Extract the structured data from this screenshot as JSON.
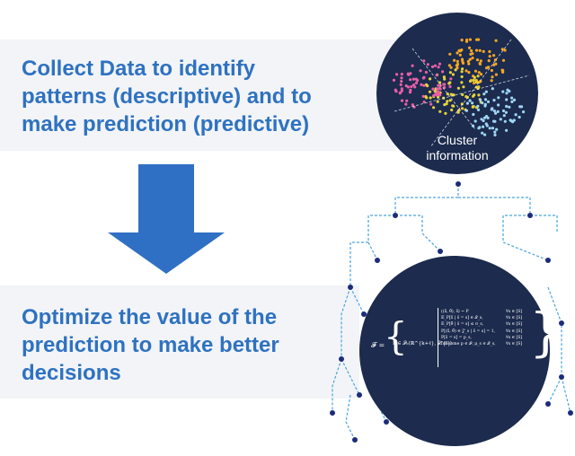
{
  "top_text": "Collect Data to identify patterns (descriptive) and to make prediction (predictive)",
  "bottom_text": "Optimize the value of the prediction to make better decisions",
  "cluster_label": "Cluster\ninformation",
  "formula": {
    "lhs": "𝓕 =",
    "set": "P ∈ 𝒫₀(ℝ^{k+ℓ}, 𝒳 |S|)",
    "lines": "((x̃, θ̃), ŝ) ~ P\n𝔼_P[x̃ | ŝ = s] ∈ 𝒬_s,\n𝔼_P[θ̃ | ŝ = s] ≤ σ_s,\nP[(x̃, θ̃) ∈ 𝒵_s | ŝ = s] = 1,\nP[ŝ = s] = p_s,\nfor some p ∈ 𝒫, μ_s ∈ 𝒬_s,",
    "conds": "∀s ∈ [S]\n∀s ∈ [S]\n∀s ∈ [S]\n∀s ∈ [S]\n∀s ∈ [S]\n∀s ∈ [S]"
  },
  "colors": {
    "heading": "#2f72c0",
    "arrow": "#3070c4",
    "band": "#f2f4f8",
    "circle": "#1c2b4e",
    "tree_line": "#4aa3df",
    "tree_node": "#1c2b7a",
    "clusters": [
      "#f5a623",
      "#e6d33a",
      "#e85fa8",
      "#9fd6f5"
    ]
  }
}
